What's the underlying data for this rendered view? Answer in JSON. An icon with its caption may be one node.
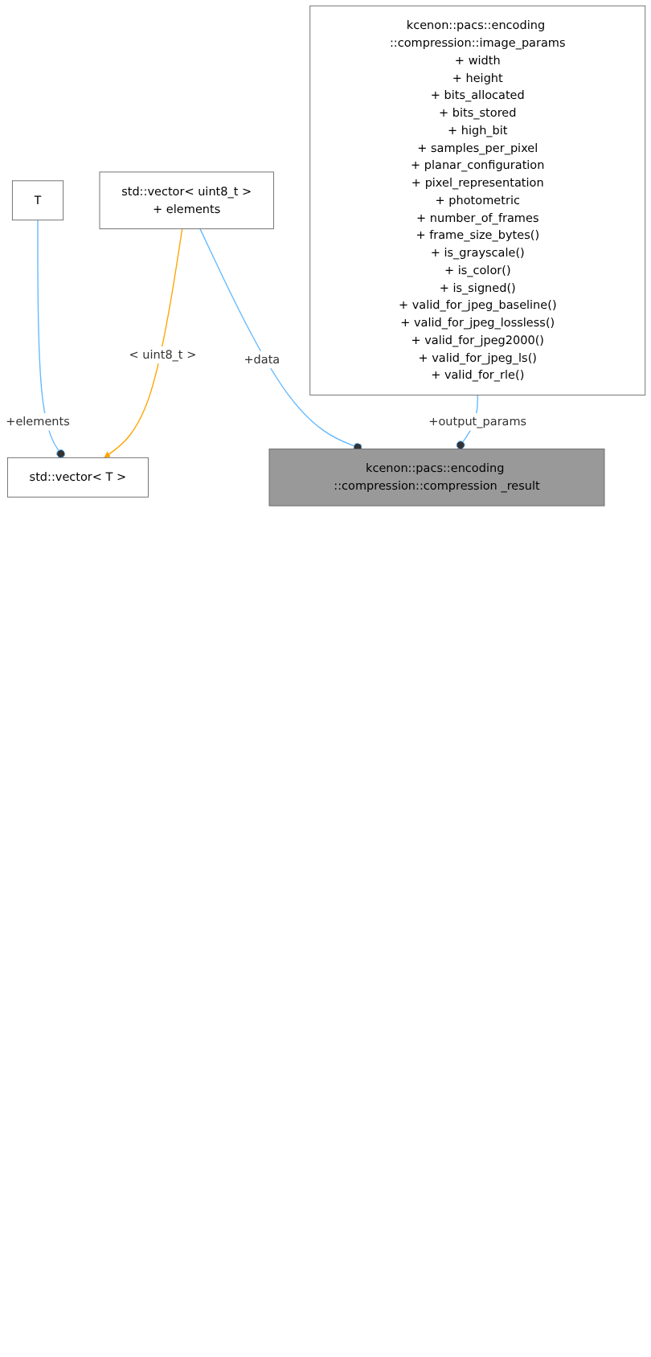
{
  "diagram": {
    "nodes": [
      {
        "text": [
          "T"
        ]
      },
      {
        "text": [
          "std::vector< T >"
        ]
      },
      {
        "text": [
          "std::vector< uint8_t >",
          "+ elements"
        ]
      },
      {
        "text": [
          "kcenon::pacs::encoding ::compression::image_params",
          "+ width",
          "+ height",
          "+ bits_allocated",
          "+ bits_stored",
          "+ high_bit",
          "+ samples_per_pixel",
          "+ planar_configuration",
          "+ pixel_representation",
          "+ photometric",
          "+ number_of_frames",
          "+ frame_size_bytes()",
          "+ is_grayscale()",
          "+ is_color()",
          "+ is_signed()",
          "+ valid_for_jpeg_baseline()",
          "+ valid_for_jpeg_lossless()",
          "+ valid_for_jpeg2000()",
          "+ valid_for_jpeg_ls()",
          "+ valid_for_rle()"
        ]
      },
      {
        "text": [
          "kcenon::pacs::encoding ::compression::compression _result"
        ]
      }
    ],
    "edges": [
      {
        "from": 0,
        "to": 1,
        "arrow": "other",
        "label": "+elements"
      },
      {
        "from": 2,
        "to": 1,
        "arrow": "to",
        "label": "< uint8_t >",
        "color": "#ffa500"
      },
      {
        "from": 2,
        "to": 4,
        "arrow": "other",
        "label": "+data"
      },
      {
        "from": 3,
        "to": 4,
        "arrow": "other",
        "label": "+output_params"
      }
    ]
  }
}
